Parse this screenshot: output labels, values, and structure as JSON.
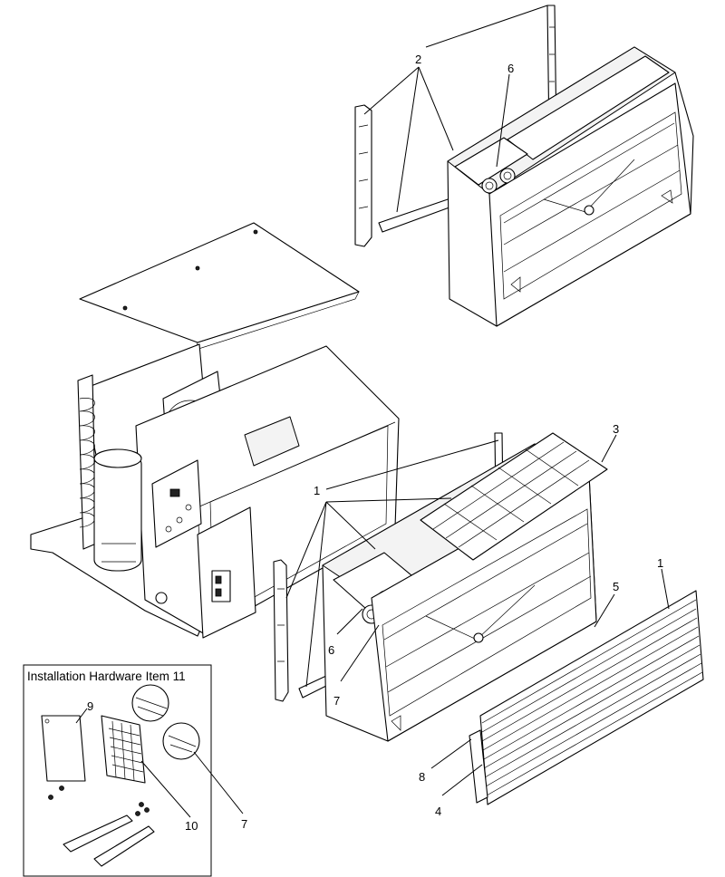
{
  "hardware_box": {
    "title": "Installation Hardware Item 11"
  },
  "callouts": {
    "top_rail_2": "2",
    "top_knobs_6": "6",
    "front_panel_1": "1",
    "filter_3": "3",
    "grille_1": "1",
    "bracket_5": "5",
    "knobs_6": "6",
    "knobs_7": "7",
    "gasket_8": "8",
    "grille_4": "4",
    "plate_9": "9",
    "filter_10": "10",
    "knobs_7_box": "7"
  }
}
